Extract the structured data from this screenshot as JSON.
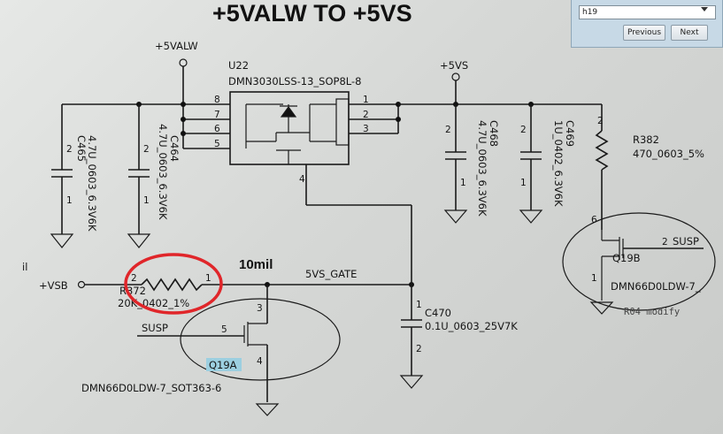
{
  "schematic": {
    "title": "+5VALW TO +5VS",
    "net_5valw": "+5VALW",
    "net_5vs": "+5VS",
    "u22_ref": "U22",
    "u22_part": "DMN3030LSS-13_SOP8L-8",
    "c465_ref": "C465",
    "c465_val": "4.7U_0603_6.3V6K",
    "c464_ref": "C464",
    "c464_val": "4.7U_0603_6.3V6K",
    "c468_ref": "C468",
    "c468_val": "4.7U_0603_6.3V6K",
    "c469_ref": "C469",
    "c469_val": "1U_0402_6.3V6K",
    "r382_ref": "R382",
    "r382_val": "470_0603_5%",
    "r372_ref": "R372",
    "r372_val": "20K_0402_1%",
    "c470_ref": "C470",
    "c470_val": "0.1U_0603_25V7K",
    "q19a_ref": "Q19A",
    "q19a_part": "DMN66D0LDW-7_SOT363-6",
    "q19b_ref": "Q19B",
    "q19b_part": "DMN66D0LDW-7_",
    "net_vsb": "+VSB",
    "net_gate": "5VS_GATE",
    "width_note": "10mil",
    "susp_a": "SUSP",
    "susp_b": "SUSP",
    "modify_note": "R04 modify",
    "edge_label": "il",
    "pins": {
      "u8": "8",
      "u7": "7",
      "u6": "6",
      "u5": "5",
      "u1": "1",
      "u2": "2",
      "u3": "3",
      "u4": "4",
      "c465_2": "2",
      "c465_1": "1",
      "c464_2": "2",
      "c464_1": "1",
      "c468_2": "2",
      "c468_1": "1",
      "c469_2": "2",
      "c469_1": "1",
      "r382_2": "2",
      "r372_2": "2",
      "r372_1": "1",
      "c470_1": "1",
      "c470_2": "2",
      "qa_3": "3",
      "qa_5": "5",
      "qa_4": "4",
      "qb_6": "6",
      "qb_2": "2",
      "qb_1": "1"
    }
  },
  "findbar": {
    "query": "h19",
    "prev_label": "Previous",
    "next_label": "Next"
  },
  "colors": {
    "highlight_circle": "#e0262a",
    "q19a_highlight": "#9ccfe0",
    "background": "#d9dbd9"
  }
}
